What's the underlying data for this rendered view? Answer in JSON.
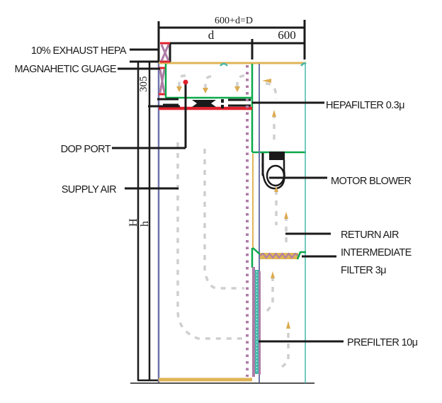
{
  "diagram": {
    "type": "Laminar air flow unit – cross-section schematic",
    "dimensions": {
      "overall": "600+d=D",
      "depth": "d",
      "return_width": "600",
      "top_height": "305",
      "height_total": "H",
      "height_inner": "h"
    },
    "labels": {
      "exhaust_hepa": "10% EXHAUST HEPA",
      "magnahetic_guage": "MAGNAHETIC GUAGE",
      "dop_port": "DOP PORT",
      "supply_air": "SUPPLY AIR",
      "hepa_filter": "HEPAFILTER 0.3μ",
      "motor_blower": "MOTOR BLOWER",
      "return_air": "RETURN AIR",
      "intermediate_line1": "INTERMEDIATE",
      "intermediate_line2": "FILTER 3μ",
      "prefilter": "PREFILTER 10μ"
    },
    "colors": {
      "leader_line": "#1a1a1a",
      "cabinet_top": "#dfb456",
      "hepa_frame": "#0aa84a",
      "hepa_seal": "#e0222e",
      "glass_wall": "#6e74a8",
      "outer_wall": "#45b8ac",
      "mesh_purple": "#ae7ca6",
      "flow_dash": "#cfcfcf",
      "flow_arrow": "#dcab4f"
    }
  }
}
